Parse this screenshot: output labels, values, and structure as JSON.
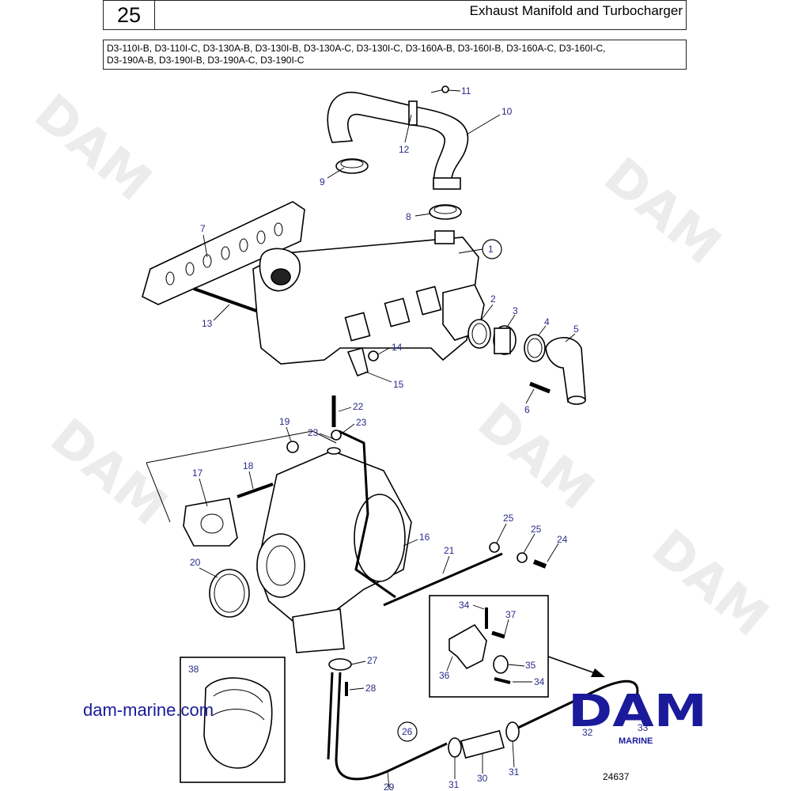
{
  "header": {
    "section_number": "25",
    "title": "Exhaust Manifold and Turbocharger",
    "models_line1": "D3-110I-B, D3-110I-C, D3-130A-B, D3-130I-B, D3-130A-C, D3-130I-C, D3-160A-B, D3-160I-B, D3-160A-C, D3-160I-C,",
    "models_line2": "D3-190A-B, D3-190I-B, D3-190A-C, D3-190I-C"
  },
  "watermark": "DAM",
  "callouts": {
    "c1": "1",
    "c2": "2",
    "c3": "3",
    "c4": "4",
    "c5": "5",
    "c6": "6",
    "c7": "7",
    "c8": "8",
    "c9": "9",
    "c10": "10",
    "c11": "11",
    "c12": "12",
    "c13": "13",
    "c14": "14",
    "c15": "15",
    "c16": "16",
    "c17": "17",
    "c18": "18",
    "c19": "19",
    "c20": "20",
    "c21": "21",
    "c22": "22",
    "c23a": "23",
    "c23b": "23",
    "c24": "24",
    "c25a": "25",
    "c25b": "25",
    "c26": "26",
    "c27": "27",
    "c28": "28",
    "c29": "29",
    "c30": "30",
    "c31a": "31",
    "c31b": "31",
    "c32": "32",
    "c33": "33",
    "c34a": "34",
    "c34b": "34",
    "c35": "35",
    "c36": "36",
    "c37": "37",
    "c38": "38"
  },
  "footer": {
    "website": "dam-marine.com",
    "logo_text": "DAM",
    "logo_subtext": "MARINE",
    "drawing_number": "24637"
  },
  "colors": {
    "callout": "#2a2a8a",
    "logo": "#1a1a9a",
    "watermark": "#ececec"
  }
}
